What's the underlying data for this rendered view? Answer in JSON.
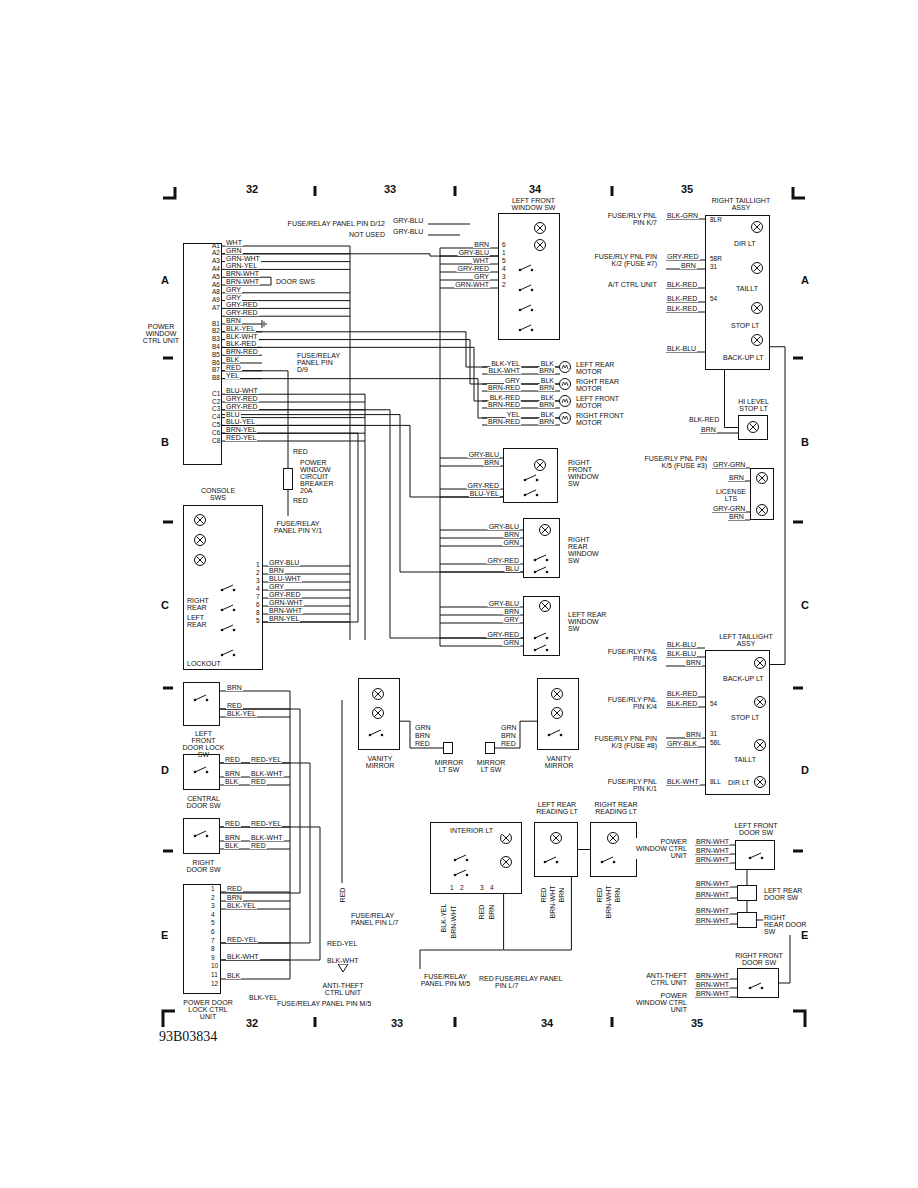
{
  "diagram": {
    "nodes": [
      {
        "text": [
          "POWER WINDOW CTRL UNIT"
        ]
      },
      {
        "text": [
          "LEFT FRONT WINDOW SW"
        ]
      },
      {
        "text": [
          "RIGHT FRONT WINDOW SW"
        ]
      },
      {
        "text": [
          "RIGHT REAR WINDOW SW"
        ]
      },
      {
        "text": [
          "LEFT REAR WINDOW SW"
        ]
      },
      {
        "text": [
          "CONSOLE SWS"
        ]
      },
      {
        "text": [
          "LEFT REAR MOTOR"
        ]
      },
      {
        "text": [
          "RIGHT REAR MOTOR"
        ]
      },
      {
        "text": [
          "LEFT FRONT MOTOR"
        ]
      },
      {
        "text": [
          "RIGHT FRONT MOTOR"
        ]
      },
      {
        "text": [
          "POWER WINDOW CIRCUIT BREAKER 20A"
        ]
      },
      {
        "text": [
          "LEFT FRONT DOOR LOCK SW"
        ]
      },
      {
        "text": [
          "CENTRAL DOOR SW"
        ]
      },
      {
        "text": [
          "RIGHT DOOR SW"
        ]
      },
      {
        "text": [
          "POWER DOOR LOCK CTRL UNIT"
        ]
      },
      {
        "text": [
          "VANITY MIRROR"
        ]
      },
      {
        "text": [
          "MIRROR LT SW"
        ]
      },
      {
        "text": [
          "MIRROR LT SW"
        ]
      },
      {
        "text": [
          "VANITY MIRROR"
        ]
      },
      {
        "text": [
          "INTERIOR LT"
        ]
      },
      {
        "text": [
          "LEFT REAR READING LT"
        ]
      },
      {
        "text": [
          "RIGHT REAR READING LT"
        ]
      },
      {
        "text": [
          "RIGHT TAILLIGHT ASSY"
        ]
      },
      {
        "text": [
          "HI LEVEL STOP LT"
        ]
      },
      {
        "text": [
          "LICENSE LTS"
        ]
      },
      {
        "text": [
          "LEFT TAILLIGHT ASSY"
        ]
      },
      {
        "text": [
          "LEFT FRONT DOOR SW"
        ]
      },
      {
        "text": [
          "LEFT REAR DOOR SW"
        ]
      },
      {
        "text": [
          "RIGHT REAR DOOR SW"
        ]
      },
      {
        "text": [
          "RIGHT FRONT DOOR SW"
        ]
      }
    ],
    "edges": [
      {
        "from": 0,
        "to": 1,
        "arrow": "none"
      },
      {
        "from": 0,
        "to": 2,
        "arrow": "none"
      },
      {
        "from": 0,
        "to": 3,
        "arrow": "none"
      },
      {
        "from": 0,
        "to": 4,
        "arrow": "none"
      },
      {
        "from": 0,
        "to": 5,
        "arrow": "none"
      },
      {
        "from": 0,
        "to": 6,
        "arrow": "none"
      },
      {
        "from": 0,
        "to": 7,
        "arrow": "none"
      },
      {
        "from": 0,
        "to": 8,
        "arrow": "none"
      },
      {
        "from": 0,
        "to": 9,
        "arrow": "none"
      },
      {
        "from": 10,
        "to": 0,
        "arrow": "none"
      },
      {
        "from": 11,
        "to": 14,
        "arrow": "none"
      },
      {
        "from": 12,
        "to": 14,
        "arrow": "none"
      },
      {
        "from": 13,
        "to": 14,
        "arrow": "none"
      },
      {
        "from": 15,
        "to": 16,
        "arrow": "none"
      },
      {
        "from": 18,
        "to": 17,
        "arrow": "none"
      },
      {
        "from": 19,
        "to": 20,
        "arrow": "none"
      },
      {
        "from": 20,
        "to": 21,
        "arrow": "none"
      },
      {
        "from": 22,
        "to": 23,
        "arrow": "none"
      },
      {
        "from": 22,
        "to": 25,
        "arrow": "none"
      },
      {
        "from": 26,
        "to": 27,
        "arrow": "none"
      },
      {
        "from": 27,
        "to": 28,
        "arrow": "none"
      },
      {
        "from": 28,
        "to": 29,
        "arrow": "none"
      }
    ],
    "labels": [
      "32",
      "33",
      "34",
      "35",
      "32",
      "33",
      "34",
      "35",
      "A",
      "B",
      "C",
      "D",
      "E",
      "A",
      "B",
      "C",
      "D",
      "E",
      "93B03834",
      "FUSE/RELAY PANEL PIN D/12",
      "GRY-BLU",
      "NOT USED",
      "GRY-BLU",
      "DOOR SWS",
      "A1",
      "A2",
      "A3",
      "A4",
      "A5",
      "A6",
      "A8",
      "A9",
      "A7",
      "B1",
      "B2",
      "B3",
      "B4",
      "B5",
      "B6",
      "B7",
      "B8",
      "C1",
      "C2",
      "C3",
      "C4",
      "C5",
      "C6",
      "C8",
      "WHT",
      "GRN",
      "GRN-WHT",
      "GRN-YEL",
      "BRN-WHT",
      "BRN-WHT",
      "GRY",
      "GRY",
      "GRY-RED",
      "GRY-RED",
      "BRN",
      "BLK-YEL",
      "BLK-WHT",
      "BLK-RED",
      "BRN-RED",
      "BLK",
      "RED",
      "YEL",
      "BLU-WHT",
      "GRY-RED",
      "GRY-RED",
      "BLU",
      "BLU-YEL",
      "BRN-YEL",
      "RED-YEL",
      "FUSE/RELAY PANEL PIN D/9",
      "RED",
      "RED",
      "FUSE/RELAY PANEL PIN Y/1",
      "BRN",
      "GRY-BLU",
      "WHT",
      "GRY-RED",
      "GRY",
      "GRN-WHT",
      "6",
      "1",
      "5",
      "4",
      "3",
      "2",
      "BLK-YEL",
      "BLK-WHT",
      "GRY",
      "BRN-RED",
      "BLK-RED",
      "BRN-RED",
      "YEL",
      "BRN-RED",
      "BLK",
      "BRN",
      "BLK",
      "BRN",
      "BLK",
      "BRN",
      "BLK",
      "BRN",
      "GRY-BLU",
      "BRN",
      "GRY-RED",
      "BLU-YEL",
      "GRY-BLU",
      "BRN",
      "GRN",
      "GRY-RED",
      "BLU",
      "GRY-BLU",
      "BRN",
      "GRY",
      "GRY-RED",
      "GRN",
      "RIGHT REAR",
      "LEFT REAR",
      "LOCKOUT",
      "1",
      "2",
      "3",
      "4",
      "7",
      "6",
      "8",
      "5",
      "GRY-BLU",
      "BRN",
      "BLU-WHT",
      "GRY",
      "GRY-RED",
      "GRN-WHT",
      "BRN-WHT",
      "BRN-YEL",
      "BRN",
      "RED",
      "BLK-YEL",
      "RED",
      "RED-YEL",
      "BRN",
      "BLK-WHT",
      "BLK",
      "RED",
      "RED",
      "RED-YEL",
      "BRN",
      "BLK-WHT",
      "BLK",
      "RED",
      "1",
      "2",
      "3",
      "4",
      "5",
      "6",
      "7",
      "8",
      "9",
      "10",
      "11",
      "12",
      "RED",
      "BRN",
      "BLK-YEL",
      "RED-YEL",
      "BLK-WHT",
      "BLK",
      "BLK-YEL",
      "FUSE/RELAY PANEL PIN M/5",
      "RED-YEL",
      "BLK-WHT",
      "ANTI-THEFT CTRL UNIT",
      "RED",
      "FUSE/RELAY PANEL PIN L/7",
      "GRN",
      "BRN",
      "RED",
      "GRN",
      "BRN",
      "RED",
      "1",
      "2",
      "3",
      "4",
      "BLK-YEL",
      "BRN-WHT",
      "RED",
      "BRN",
      "RED",
      "BRN-WHT",
      "BRN",
      "RED",
      "BRN-WHT",
      "BRN",
      "FUSE/RELAY PANEL PIN M/5",
      "RED",
      "FUSE/RELAY PANEL PIN L/7",
      "DIR LT",
      "TAILLT",
      "STOP LT",
      "BACK-UP LT",
      "8LR",
      "58R",
      "31",
      "54",
      "FUSE/RLY PNL PIN K/7",
      "BLK-GRN",
      "FUSE/RLY PNL PIN K/2 (FUSE #7)",
      "GRY-RED",
      "BRN",
      "A/T CTRL UNIT",
      "BLK-RED",
      "BLK-RED",
      "BLK-RED",
      "BLK-BLU",
      "BLK-RED",
      "BRN",
      "FUSE/RLY PNL PIN K/5 (FUSE #3)",
      "GRY-GRN",
      "BRN",
      "GRY-GRN",
      "BRN",
      "BACK-UP LT",
      "STOP LT",
      "TAILLT",
      "DIR LT",
      "54",
      "31",
      "58L",
      "8LL",
      "BLK-BLU",
      "BLK-BLU",
      "BRN",
      "FUSE/RLY PNL PIN K/8",
      "BLK-RED",
      "FUSE/RLY PNL PIN K/4",
      "BLK-RED",
      "BRN",
      "FUSE/RLY PNL PIN K/3 (FUSE #8)",
      "GRY-BLK",
      "FUSE/RLY PNL PIN K/1",
      "BLK-WHT",
      "POWER WINDOW CTRL UNIT",
      "BRN-WHT",
      "BRN-WHT",
      "BRN-WHT",
      "BRN-WHT",
      "BRN-WHT",
      "BRN-WHT",
      "BRN-WHT",
      "ANTI-THEFT CTRL UNIT",
      "BRN-WHT",
      "BRN-WHT",
      "POWER WINDOW CTRL UNIT",
      "BRN-WHT"
    ]
  }
}
